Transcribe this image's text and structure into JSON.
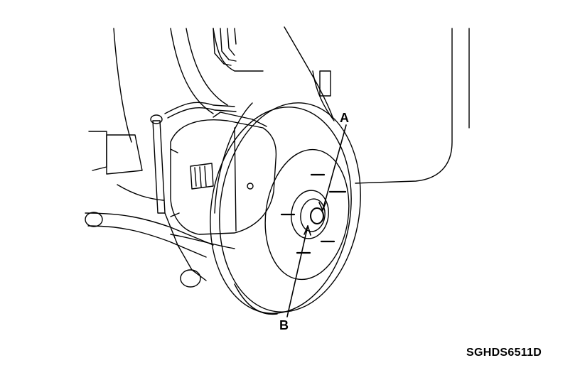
{
  "diagram": {
    "callouts": {
      "a": "A",
      "b": "B"
    },
    "figure_code": "SGHDS6511D"
  },
  "colors": {
    "line": "#000000",
    "background": "#ffffff"
  }
}
